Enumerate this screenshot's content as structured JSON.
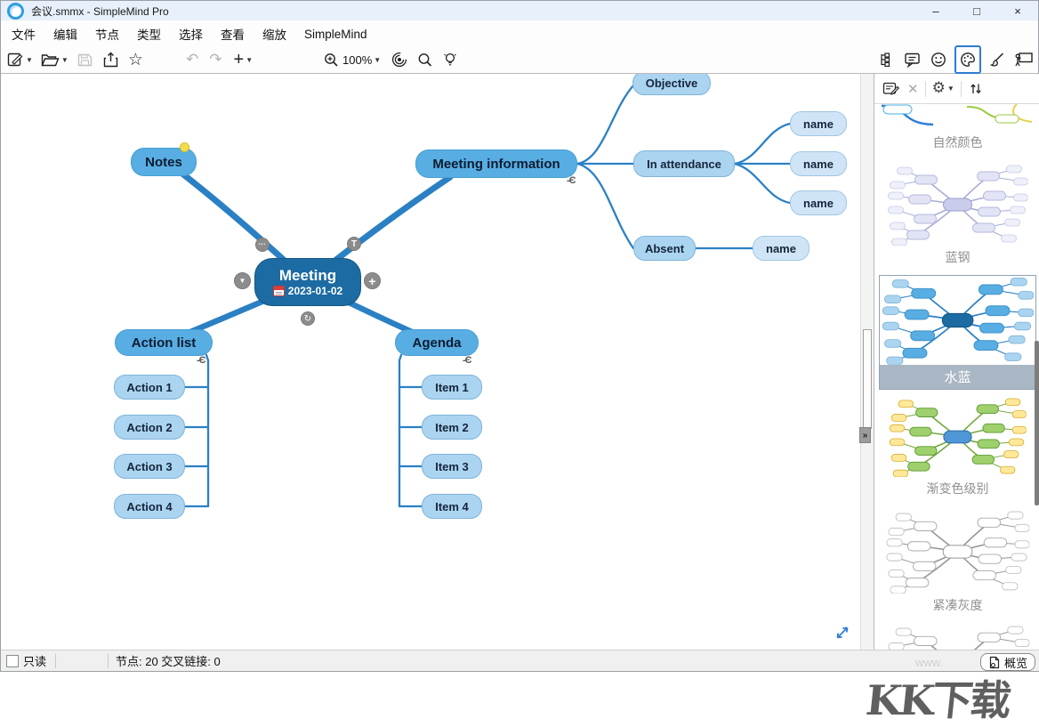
{
  "window": {
    "title": "会议.smmx - SimpleMind Pro",
    "minimize": "–",
    "maximize": "□",
    "close": "×"
  },
  "menu": {
    "items": [
      "文件",
      "编辑",
      "节点",
      "类型",
      "选择",
      "查看",
      "缩放",
      "SimpleMind"
    ]
  },
  "toolbar": {
    "zoom_level": "100%"
  },
  "mindmap": {
    "center": {
      "title": "Meeting",
      "date": "2023-01-02"
    },
    "center_buttons": {
      "more": "•••",
      "text_tool": "T",
      "down": "▼",
      "add": "+",
      "rotate": "↻"
    },
    "collapse_glyph": "-Є",
    "notes": "Notes",
    "meeting_information": "Meeting information",
    "objective": "Objective",
    "in_attendance": "In attendance",
    "attendee_names": [
      "name",
      "name",
      "name"
    ],
    "absent": "Absent",
    "absent_name": "name",
    "action_list": "Action list",
    "actions": [
      "Action 1",
      "Action 2",
      "Action 3",
      "Action 4"
    ],
    "agenda": "Agenda",
    "agenda_items": [
      "Item 1",
      "Item 2",
      "Item 3",
      "Item 4"
    ]
  },
  "style_panel": {
    "styles": [
      {
        "label": "自然颜色",
        "selected": false
      },
      {
        "label": "蓝钢",
        "selected": false
      },
      {
        "label": "水蓝",
        "selected": true
      },
      {
        "label": "渐变色级别",
        "selected": false
      },
      {
        "label": "紧凑灰度",
        "selected": false
      }
    ]
  },
  "status_bar": {
    "readonly_label": "只读",
    "stats": "节点:  20 交叉链接:  0",
    "overview_label": "概览"
  },
  "watermark": {
    "text": "KK下载",
    "url_text": "www."
  },
  "colors": {
    "accent": "#2b80c4",
    "center_node": "#1c6ba3",
    "level1_node": "#58ade2",
    "level2_node": "#abd4f0",
    "level3_node": "#cfe5f7",
    "selected_tile_label_bg": "#a9b6c3"
  }
}
